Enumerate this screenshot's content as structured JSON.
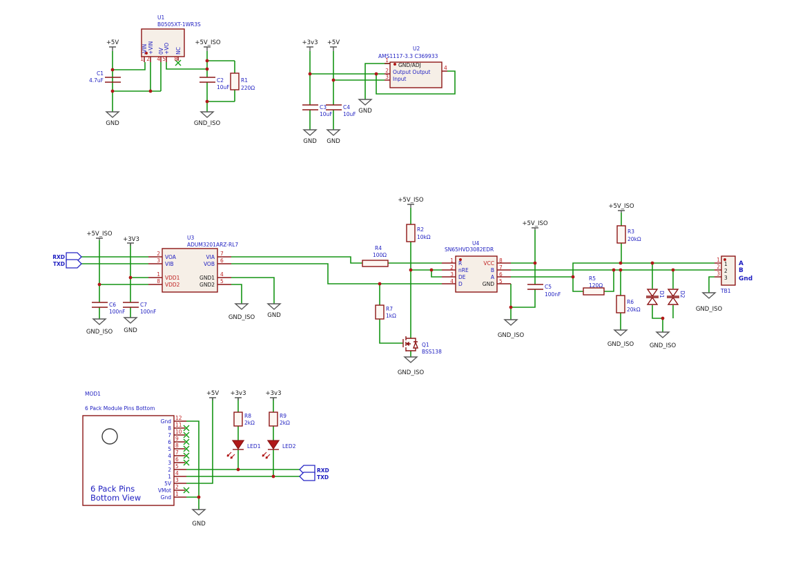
{
  "labels": {
    "p5v": "+5V",
    "p5v_iso": "+5V_ISO",
    "p3v3": "+3v3",
    "p3v3_uc": "+3V3",
    "gnd": "GND",
    "gnd_iso": "GND_ISO",
    "rxd": "RXD",
    "txd": "TXD"
  },
  "components": {
    "u1": {
      "ref": "U1",
      "value": "B0505XT-1WR3S",
      "pin_numbers": [
        "1",
        "2",
        "4",
        "5",
        "8"
      ],
      "pin_names": [
        "-VIN",
        "+VIN",
        "0V",
        "+VO",
        "NC"
      ]
    },
    "c1": {
      "ref": "C1",
      "value": "4.7uF"
    },
    "c2": {
      "ref": "C2",
      "value": "10uF"
    },
    "r1": {
      "ref": "R1",
      "value": "220Ω"
    },
    "u2": {
      "ref": "U2",
      "value": "AMS1117-3.3  C369933",
      "pin_numbers": [
        "1",
        "2",
        "3",
        "4"
      ],
      "line1": "GND/ADJ",
      "line2": "Output Output",
      "line3": "Input"
    },
    "c3": {
      "ref": "C3",
      "value": "10uF"
    },
    "c4": {
      "ref": "C4",
      "value": "10uF"
    },
    "u3": {
      "ref": "U3",
      "value": "ADUM3201ARZ-RL7",
      "left_pins": [
        {
          "num": "2",
          "name": "VOA"
        },
        {
          "num": "3",
          "name": "VIB"
        },
        {
          "num": "1",
          "name": "VDD1"
        },
        {
          "num": "8",
          "name": "VDD2"
        }
      ],
      "right_pins": [
        {
          "num": "7",
          "name": "VIA"
        },
        {
          "num": "6",
          "name": "VOB"
        },
        {
          "num": "4",
          "name": "GND1"
        },
        {
          "num": "5",
          "name": "GND2"
        }
      ]
    },
    "c6": {
      "ref": "C6",
      "value": "100nF"
    },
    "c7": {
      "ref": "C7",
      "value": "100nF"
    },
    "r2": {
      "ref": "R2",
      "value": "10kΩ"
    },
    "r4": {
      "ref": "R4",
      "value": "100Ω"
    },
    "r7": {
      "ref": "R7",
      "value": "1kΩ"
    },
    "q1": {
      "ref": "Q1",
      "value": "BSS138"
    },
    "u4": {
      "ref": "U4",
      "value": "SN65HVD3082EDR",
      "left_pins": [
        {
          "num": "1",
          "name": "R"
        },
        {
          "num": "2",
          "name": "nRE"
        },
        {
          "num": "3",
          "name": "DE"
        },
        {
          "num": "4",
          "name": "D"
        }
      ],
      "right_pins": [
        {
          "num": "8",
          "name": "VCC"
        },
        {
          "num": "7",
          "name": "B"
        },
        {
          "num": "6",
          "name": "A"
        },
        {
          "num": "5",
          "name": "GND"
        }
      ]
    },
    "c5": {
      "ref": "C5",
      "value": "100nF"
    },
    "r3": {
      "ref": "R3",
      "value": "20kΩ"
    },
    "r5": {
      "ref": "R5",
      "value": "120Ω"
    },
    "r6": {
      "ref": "R6",
      "value": "20kΩ"
    },
    "d1": {
      "ref": "D1"
    },
    "d2": {
      "ref": "D2"
    },
    "tb1": {
      "ref": "TB1",
      "pin_numbers": [
        "1",
        "2",
        "3"
      ],
      "inner_numbers": [
        "1",
        "2",
        "3"
      ],
      "net_labels": [
        "A",
        "B",
        "Gnd"
      ]
    },
    "mod1": {
      "ref": "MOD1",
      "value": "6 Pack Module Pins Bottom",
      "inner_line1": "6 Pack Pins",
      "inner_line2": "Bottom View",
      "pin_numbers": [
        "12",
        "11",
        "10",
        "9",
        "8",
        "7",
        "6",
        "5",
        "4",
        "3",
        "2",
        "1"
      ],
      "pin_names": [
        "Gnd",
        "8",
        "7",
        "6",
        "5",
        "4",
        "3",
        "2",
        "1",
        "5V",
        "VMot",
        "Gnd"
      ]
    },
    "r8": {
      "ref": "R8",
      "value": "2kΩ"
    },
    "r9": {
      "ref": "R9",
      "value": "2kΩ"
    },
    "led1": {
      "ref": "LED1"
    },
    "led2": {
      "ref": "LED2"
    }
  },
  "colors": {
    "wire_green": "#149414",
    "symbol_maroon": "#8c1414",
    "label_blue": "#1c1cc0",
    "pin_number_red": "#bf2020",
    "junction_red": "#b01818",
    "ground_gray": "#555555"
  }
}
